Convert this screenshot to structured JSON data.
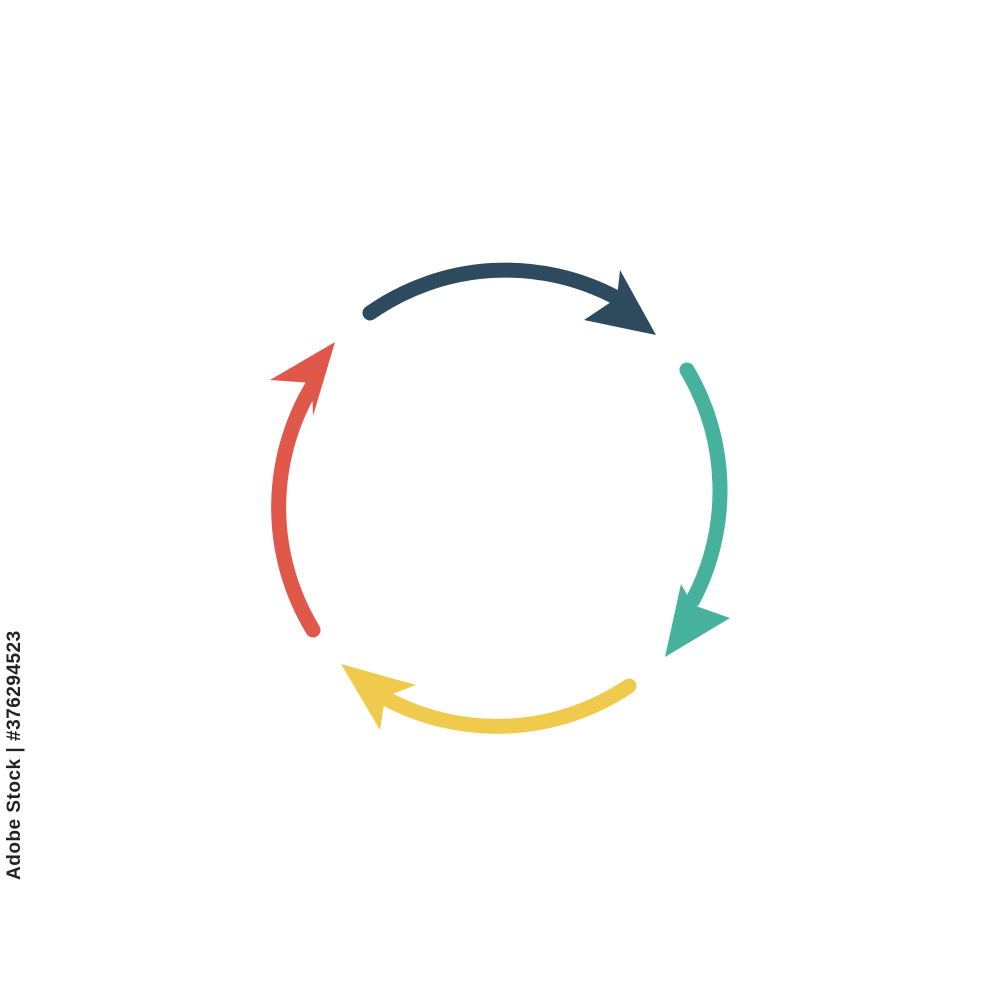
{
  "diagram": {
    "type": "cycle",
    "arrow_count": 4,
    "direction": "clockwise",
    "arrows": [
      {
        "name": "top-arrow",
        "position": "top",
        "color": "#2e4a5f"
      },
      {
        "name": "right-arrow",
        "position": "right",
        "color": "#46b29d"
      },
      {
        "name": "bottom-arrow",
        "position": "bottom",
        "color": "#f0ca4d"
      },
      {
        "name": "left-arrow",
        "position": "left",
        "color": "#e0584a"
      }
    ]
  },
  "watermark": {
    "stock_id": "Adobe Stock | #376294523"
  }
}
